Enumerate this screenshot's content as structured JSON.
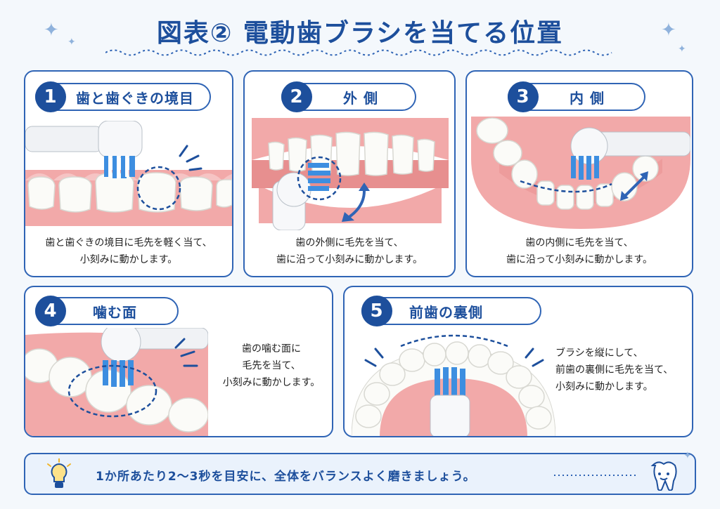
{
  "title": "図表② 電動歯ブラシを当てる位置",
  "panels": [
    {
      "number": "1",
      "label": "歯と歯ぐきの境目",
      "caption_line1": "歯と歯ぐきの境目に毛先を軽く当て、",
      "caption_line2": "小刻みに動かします。"
    },
    {
      "number": "2",
      "label": "外 側",
      "caption_line1": "歯の外側に毛先を当て、",
      "caption_line2": "歯に沿って小刻みに動かします。"
    },
    {
      "number": "3",
      "label": "内 側",
      "caption_line1": "歯の内側に毛先を当て、",
      "caption_line2": "歯に沿って小刻みに動かします。"
    },
    {
      "number": "4",
      "label": "噛む面",
      "caption_line1": "歯の噛む面に",
      "caption_line2": "毛先を当て、",
      "caption_line3": "小刻みに動かします。"
    },
    {
      "number": "5",
      "label": "前歯の裏側",
      "caption_line1": "ブラシを縦にして、",
      "caption_line2": "前歯の裏側に毛先を当て、",
      "caption_line3": "小刻みに動かします。"
    }
  ],
  "tip": "1か所あたり2〜3秒を目安に、全体をバランスよく磨きましょう。",
  "colors": {
    "accent": "#1d4f9c",
    "border": "#2f64b5",
    "gum": "#f2a9a9",
    "tooth": "#fbfbf8",
    "bristle": "#3d8ee0"
  },
  "icons": [
    "sparkle-icon",
    "lightbulb-icon",
    "tooth-icon",
    "arrow-icon"
  ]
}
